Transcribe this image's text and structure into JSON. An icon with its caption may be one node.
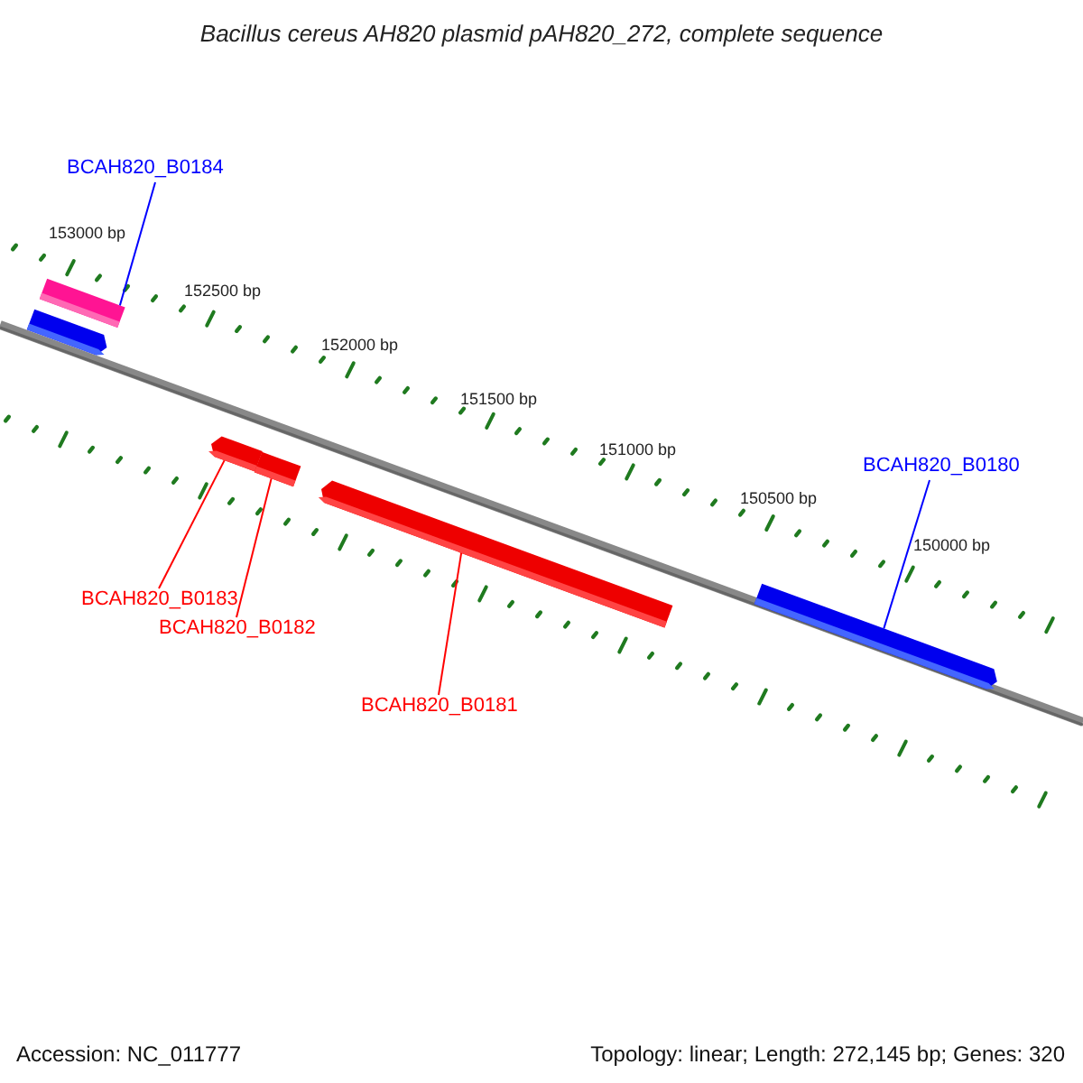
{
  "diagram": {
    "title": "Bacillus cereus AH820 plasmid pAH820_272, complete sequence",
    "nodes": [
      {
        "text": [
          "BCAH820_B0184"
        ]
      },
      {
        "text": [],
        "shape": "bar"
      },
      {
        "text": [],
        "shape": "bar"
      },
      {
        "text": [
          "BCAH820_B0180"
        ]
      },
      {
        "text": [],
        "shape": "bar"
      },
      {
        "text": [],
        "shape": "bar"
      },
      {
        "text": [],
        "shape": "bar"
      },
      {
        "text": [],
        "shape": "bar"
      },
      {
        "text": [
          "BCAH820_B0183"
        ]
      },
      {
        "text": [
          "BCAH820_B0182"
        ]
      },
      {
        "text": [
          "BCAH820_B0181"
        ]
      }
    ],
    "edges": [
      {
        "from": 0,
        "to": 1,
        "arrow": "none",
        "color": "#0000ff"
      },
      {
        "from": 3,
        "to": 7,
        "arrow": "none",
        "color": "#0000ff"
      },
      {
        "from": 8,
        "to": 4,
        "arrow": "none"
      },
      {
        "from": 9,
        "to": 5,
        "arrow": "none"
      },
      {
        "from": 10,
        "to": 6,
        "arrow": "none"
      }
    ],
    "labels": [
      "153000 bp",
      "152500 bp",
      "152000 bp",
      "151500 bp",
      "151000 bp",
      "150500 bp",
      "150000 bp",
      "Accession: NC_011777",
      "Topology: linear; Length: 272,145 bp; Genes: 320"
    ]
  }
}
